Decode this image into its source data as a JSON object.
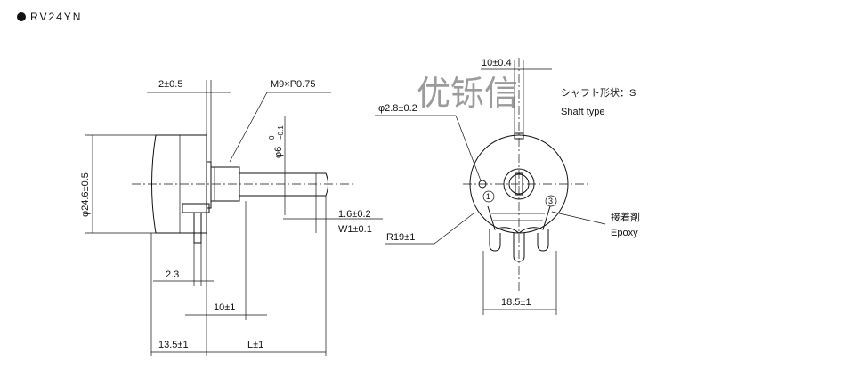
{
  "title": "RV24YN",
  "watermark": "优铄信",
  "side_view": {
    "dim_flange": "2±0.5",
    "dim_thread": "M9×P0.75",
    "dim_body_dia": "φ24.6±0.5",
    "dim_shaft_dia": "φ6",
    "dim_shaft_tol_upper": "0",
    "dim_shaft_tol_lower": "−0.1",
    "dim_slot_depth": "1.6±0.2",
    "dim_slot_width": "W1±0.1",
    "dim_terminal": "2.3",
    "dim_bushing": "10±1",
    "dim_body_len": "13.5±1",
    "dim_shaft_len": "L±1"
  },
  "front_view": {
    "dim_slot": "10±0.4",
    "dim_hole": "φ2.8±0.2",
    "shaft_jp": "シャフト形状：S",
    "shaft_en": "Shaft type",
    "dim_radius": "R19±1",
    "epoxy_jp": "接着剤",
    "epoxy_en": "Epoxy",
    "dim_pitch": "18.5±1",
    "term_1": "1",
    "term_3": "3"
  }
}
